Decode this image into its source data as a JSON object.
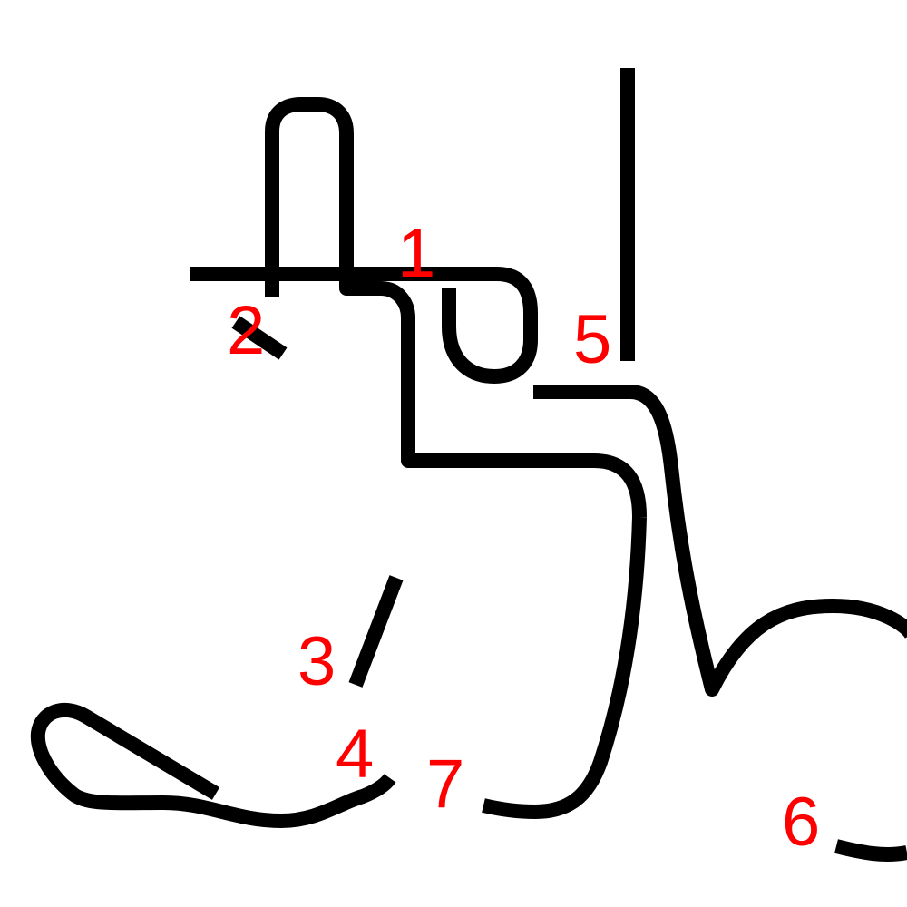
{
  "diagram": {
    "stroke_color": "#000000",
    "label_color": "#ff0000",
    "labels": [
      "1",
      "2",
      "3",
      "4",
      "5",
      "6",
      "7"
    ]
  }
}
